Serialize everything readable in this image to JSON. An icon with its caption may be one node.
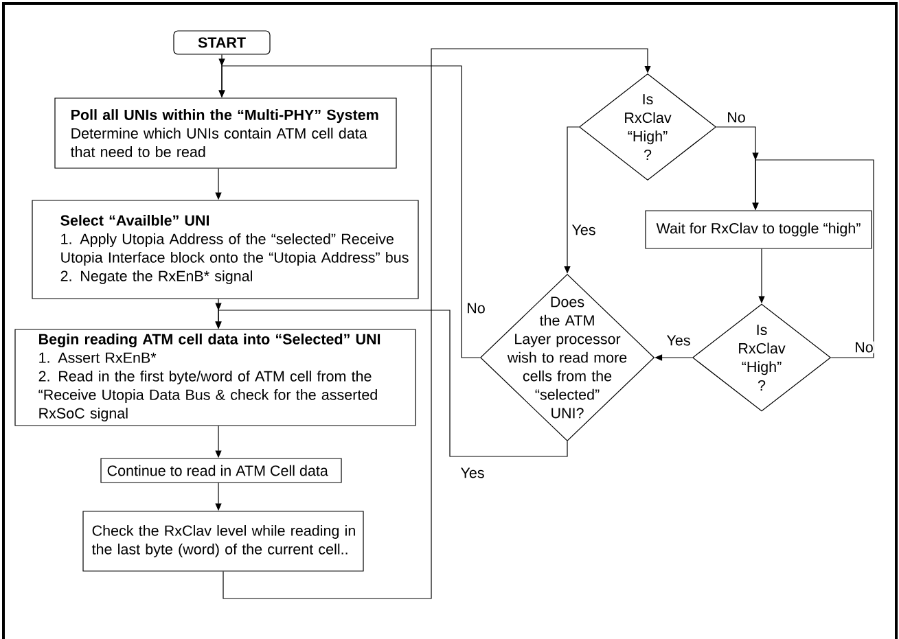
{
  "diagram": {
    "nodes": [
      {
        "text": [
          "START"
        ]
      },
      {
        "text": [
          "Poll all UNIs within the “Multi-PHY” System",
          "Determine which UNIs contain ATM cell data that need to be read"
        ]
      },
      {
        "text": [
          "Select “Availble” UNI",
          "1. Apply Utopia Address of the “selected” Receive Utopia Interface block onto the “Utopia Address” bus",
          "2. Negate the RxEnB* signal"
        ]
      },
      {
        "text": [
          "Begin reading ATM cell data into “Selected” UNI",
          "1. Assert RxEnB*",
          "2. Read in the first byte/word of ATM cell from the “Receive Utopia Data Bus & check for the asserted RxSoC signal"
        ]
      },
      {
        "text": [
          "Continue to read in ATM Cell data"
        ]
      },
      {
        "text": [
          "Check the RxClav level while reading in the last byte (word) of the current cell.."
        ]
      },
      {
        "text": [
          "Is RxClav “High” ?"
        ]
      },
      {
        "text": [
          "Wait for RxClav to toggle “high”"
        ]
      },
      {
        "text": [
          "Is RxClav “High” ?"
        ]
      },
      {
        "text": [
          "Does the ATM Layer processor wish to read more cells from the “selected” UNI?"
        ]
      }
    ],
    "edges": [
      {
        "from": 0,
        "to": 1,
        "arrow": "to"
      },
      {
        "from": 1,
        "to": 2,
        "arrow": "to"
      },
      {
        "from": 2,
        "to": 3,
        "arrow": "to"
      },
      {
        "from": 3,
        "to": 4,
        "arrow": "to"
      },
      {
        "from": 4,
        "to": 5,
        "arrow": "to"
      },
      {
        "from": 5,
        "to": 6,
        "arrow": "to"
      },
      {
        "from": 6,
        "to": 9,
        "arrow": "to",
        "label": "Yes"
      },
      {
        "from": 6,
        "to": 7,
        "arrow": "to",
        "label": "No"
      },
      {
        "from": 7,
        "to": 8,
        "arrow": "to"
      },
      {
        "from": 8,
        "to": 9,
        "arrow": "to",
        "label": "Yes"
      },
      {
        "from": 8,
        "to": 7,
        "arrow": "to",
        "label": "No"
      },
      {
        "from": 9,
        "to": 1,
        "arrow": "to",
        "label": "No"
      },
      {
        "from": 9,
        "to": 3,
        "arrow": "to",
        "label": "Yes"
      }
    ]
  }
}
